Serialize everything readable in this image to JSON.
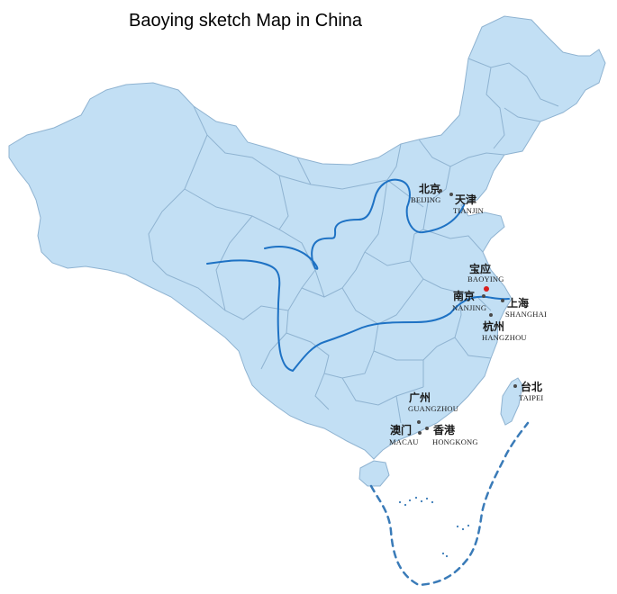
{
  "title": "Baoying sketch Map in China",
  "colors": {
    "land": "#c2dff4",
    "border": "#8fb3d1",
    "river": "#1e72c4",
    "highlight": "#d81e1e",
    "dot": "#4a4a4a",
    "sea_boundary": "#3a7bb8"
  },
  "cities": [
    {
      "id": "beijing",
      "zh": "北京",
      "en": "BEIJING",
      "highlight": false
    },
    {
      "id": "tianjin",
      "zh": "天津",
      "en": "TIANJIN",
      "highlight": false
    },
    {
      "id": "baoying",
      "zh": "宝应",
      "en": "BAOYING",
      "highlight": true
    },
    {
      "id": "nanjing",
      "zh": "南京",
      "en": "NANJING",
      "highlight": false
    },
    {
      "id": "shanghai",
      "zh": "上海",
      "en": "SHANGHAI",
      "highlight": false
    },
    {
      "id": "hangzhou",
      "zh": "杭州",
      "en": "HANGZHOU",
      "highlight": false
    },
    {
      "id": "taipei",
      "zh": "台北",
      "en": "TAIPEI",
      "highlight": false
    },
    {
      "id": "guangzhou",
      "zh": "广州",
      "en": "GUANGZHOU",
      "highlight": false
    },
    {
      "id": "macau",
      "zh": "澳门",
      "en": "MACAU",
      "highlight": false
    },
    {
      "id": "hongkong",
      "zh": "香港",
      "en": "HONGKONG",
      "highlight": false
    }
  ]
}
